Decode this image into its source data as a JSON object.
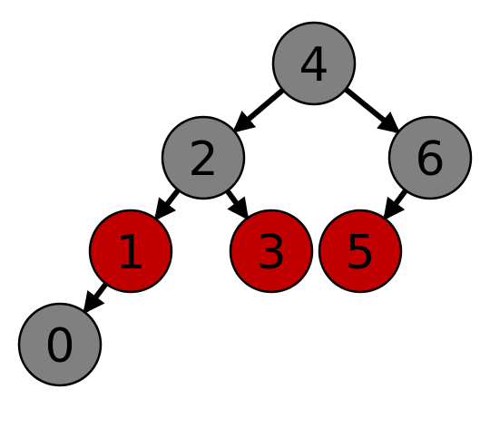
{
  "tree": {
    "colors": {
      "black": "#808080",
      "red": "#c00000",
      "edge": "#000000"
    },
    "nodes": [
      {
        "id": "n4",
        "label": "4",
        "color": "black"
      },
      {
        "id": "n2",
        "label": "2",
        "color": "black"
      },
      {
        "id": "n6",
        "label": "6",
        "color": "black"
      },
      {
        "id": "n1",
        "label": "1",
        "color": "red"
      },
      {
        "id": "n3",
        "label": "3",
        "color": "red"
      },
      {
        "id": "n5",
        "label": "5",
        "color": "red"
      },
      {
        "id": "n0",
        "label": "0",
        "color": "black"
      }
    ],
    "edges": [
      {
        "from": "n4",
        "to": "n2"
      },
      {
        "from": "n4",
        "to": "n6"
      },
      {
        "from": "n2",
        "to": "n1"
      },
      {
        "from": "n2",
        "to": "n3"
      },
      {
        "from": "n6",
        "to": "n5"
      },
      {
        "from": "n1",
        "to": "n0"
      }
    ]
  }
}
